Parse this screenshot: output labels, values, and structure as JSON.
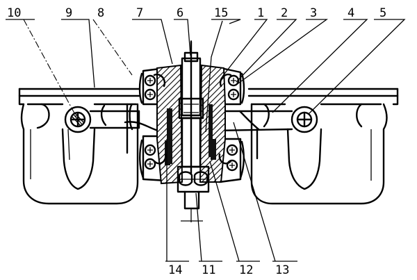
{
  "labels": [
    {
      "id": "10",
      "text": "10"
    },
    {
      "id": "9",
      "text": "9"
    },
    {
      "id": "8",
      "text": "8"
    },
    {
      "id": "7",
      "text": "7"
    },
    {
      "id": "6",
      "text": "6"
    },
    {
      "id": "15",
      "text": "15"
    },
    {
      "id": "1",
      "text": "1"
    },
    {
      "id": "2",
      "text": "2"
    },
    {
      "id": "3",
      "text": "3"
    },
    {
      "id": "4",
      "text": "4"
    },
    {
      "id": "5",
      "text": "5"
    },
    {
      "id": "14",
      "text": "14"
    },
    {
      "id": "11",
      "text": "11"
    },
    {
      "id": "12",
      "text": "12"
    },
    {
      "id": "13",
      "text": "13"
    }
  ]
}
